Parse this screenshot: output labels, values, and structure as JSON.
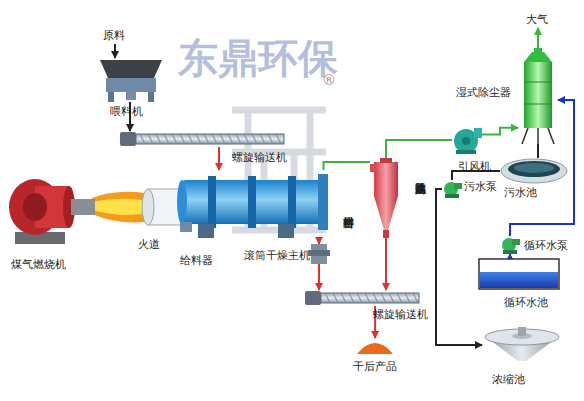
{
  "diagram": {
    "nodes": [
      {
        "text": [
          "原料"
        ]
      },
      {
        "text": [
          "喂料机"
        ]
      },
      {
        "text": [
          "螺旋输送机"
        ]
      },
      {
        "text": [
          "煤气燃烧机"
        ]
      },
      {
        "text": [
          "滚筒干燥主机"
        ]
      },
      {
        "text": [
          "密封排料器"
        ]
      },
      {
        "text": [
          "螺旋输送机"
        ]
      },
      {
        "text": [
          "干后产品"
        ]
      },
      {
        "text": [
          "高效旋风除尘器"
        ]
      },
      {
        "text": [
          "引风机"
        ]
      },
      {
        "text": [
          "湿式除尘器"
        ]
      },
      {
        "text": [
          "大气"
        ]
      },
      {
        "text": [
          "污水泵"
        ]
      },
      {
        "text": [
          "污水池"
        ]
      },
      {
        "text": [
          "循环水泵"
        ]
      },
      {
        "text": [
          "循环水池"
        ]
      },
      {
        "text": [
          "浓缩池"
        ]
      }
    ],
    "edges": [
      {
        "from": 0,
        "to": 1,
        "arrow": "to"
      },
      {
        "from": 1,
        "to": 2,
        "arrow": "to"
      },
      {
        "from": 2,
        "to": 4,
        "arrow": "to"
      },
      {
        "from": 4,
        "to": 5,
        "arrow": "to"
      },
      {
        "from": 5,
        "to": 6,
        "arrow": "to"
      },
      {
        "from": 4,
        "to": 8,
        "arrow": "none"
      },
      {
        "from": 8,
        "to": 9,
        "arrow": "none"
      },
      {
        "from": 9,
        "to": 10,
        "arrow": "to"
      },
      {
        "from": 10,
        "to": 11,
        "arrow": "to"
      },
      {
        "from": 8,
        "to": 6,
        "arrow": "to"
      },
      {
        "from": 6,
        "to": 7,
        "arrow": "to"
      },
      {
        "from": 10,
        "to": 13,
        "arrow": "none"
      },
      {
        "from": 13,
        "to": 12,
        "arrow": "none"
      },
      {
        "from": 12,
        "to": 16,
        "arrow": "to"
      },
      {
        "from": 15,
        "to": 14,
        "arrow": "to"
      },
      {
        "from": 14,
        "to": 10,
        "arrow": "to"
      }
    ],
    "labels": [
      "东鼎环保",
      "®",
      "火道",
      "给料器"
    ]
  }
}
